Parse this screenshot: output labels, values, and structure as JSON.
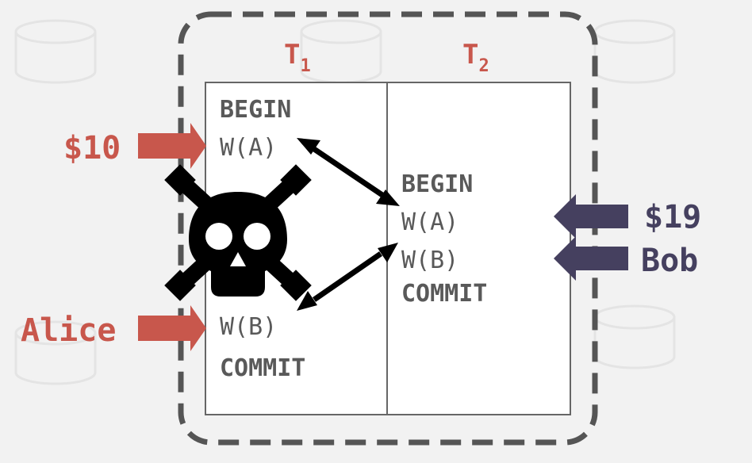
{
  "colors": {
    "left_accent": "#c8574c",
    "right_accent": "#45405f",
    "text_gray": "#595959",
    "frame": "#555555"
  },
  "t1": {
    "letter": "T",
    "sub": "1",
    "begin": "BEGIN",
    "write_a": "W(A)",
    "write_b": "W(B)",
    "commit": "COMMIT"
  },
  "t2": {
    "letter": "T",
    "sub": "2",
    "begin": "BEGIN",
    "write_a": "W(A)",
    "write_b": "W(B)",
    "commit": "COMMIT"
  },
  "inputs": {
    "left_top": "$10",
    "left_bottom": "Alice",
    "right_top": "$19",
    "right_bottom": "Bob"
  },
  "icons": {
    "deadlock": "skull-crossbones-icon"
  }
}
